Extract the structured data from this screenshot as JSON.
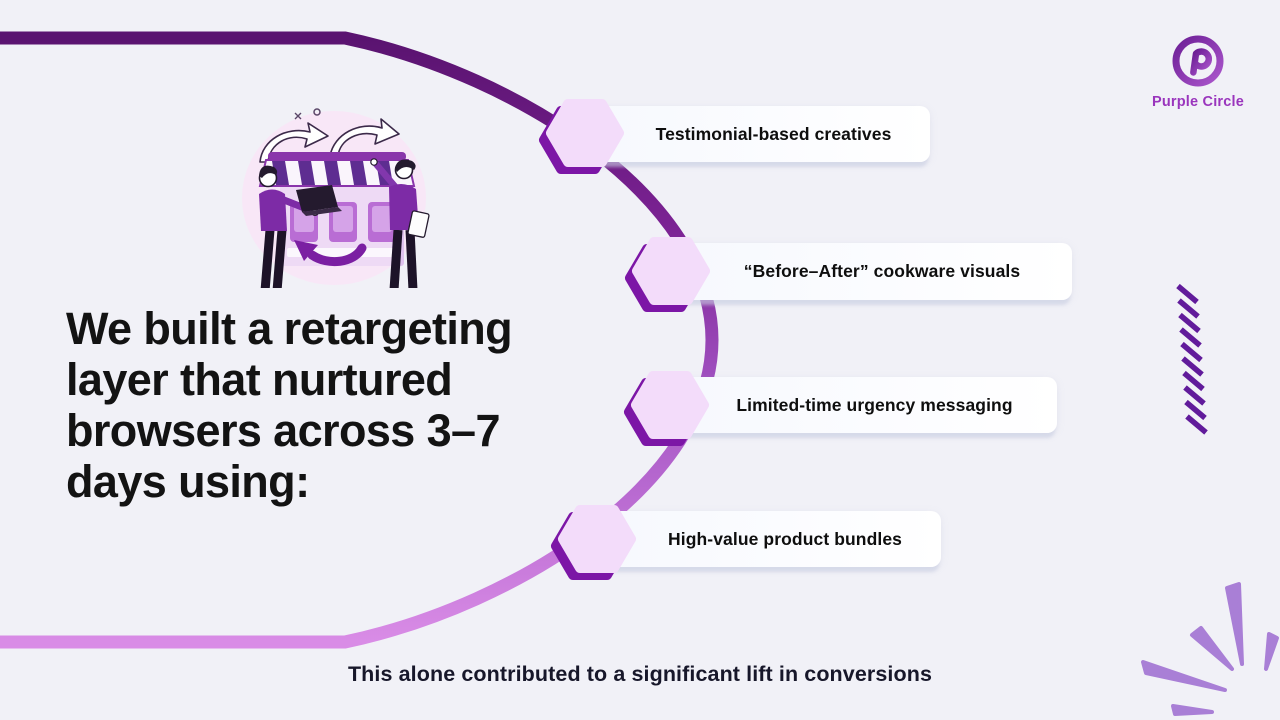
{
  "brand": {
    "wordmark": "Purple Circle",
    "monogram": "P",
    "color": "#9a35bd"
  },
  "heading": {
    "full_text": "We built a retargeting layer that nurtured browsers across 3–7 days using:",
    "lines": [
      "We built a retargeting",
      "layer that nurtured",
      "browsers across 3–7",
      "days using:"
    ]
  },
  "bullets": [
    {
      "label": "Testimonial-based creatives"
    },
    {
      "label": "“Before–After” cookware visuals"
    },
    {
      "label": "Limited-time urgency messaging"
    },
    {
      "label": "High-value product bundles"
    }
  ],
  "footer": {
    "text": "This alone contributed to a significant lift in conversions"
  },
  "illustration": {
    "name": "online-store-with-two-people",
    "elements": [
      "storefront-awning",
      "store-windows",
      "growth-arrows",
      "retargeting-swoosh-arrow",
      "person-with-laptop",
      "person-pointing"
    ]
  },
  "decorations": [
    {
      "name": "timeline-arc",
      "colors": [
        "#5a1370",
        "#9240b4",
        "#d98ce6"
      ]
    },
    {
      "name": "hash-marks",
      "color": "#611b9b"
    },
    {
      "name": "starburst",
      "color": "#a97fd6"
    }
  ],
  "colors": {
    "background": "#f1f1f7",
    "hex_fill": "#f3dcfa",
    "hex_shadow": "#7c16a6",
    "card_background": "#ffffff",
    "bullet_text": "#0e0e0e",
    "heading_text": "#131313",
    "footer_text": "#17172a"
  }
}
